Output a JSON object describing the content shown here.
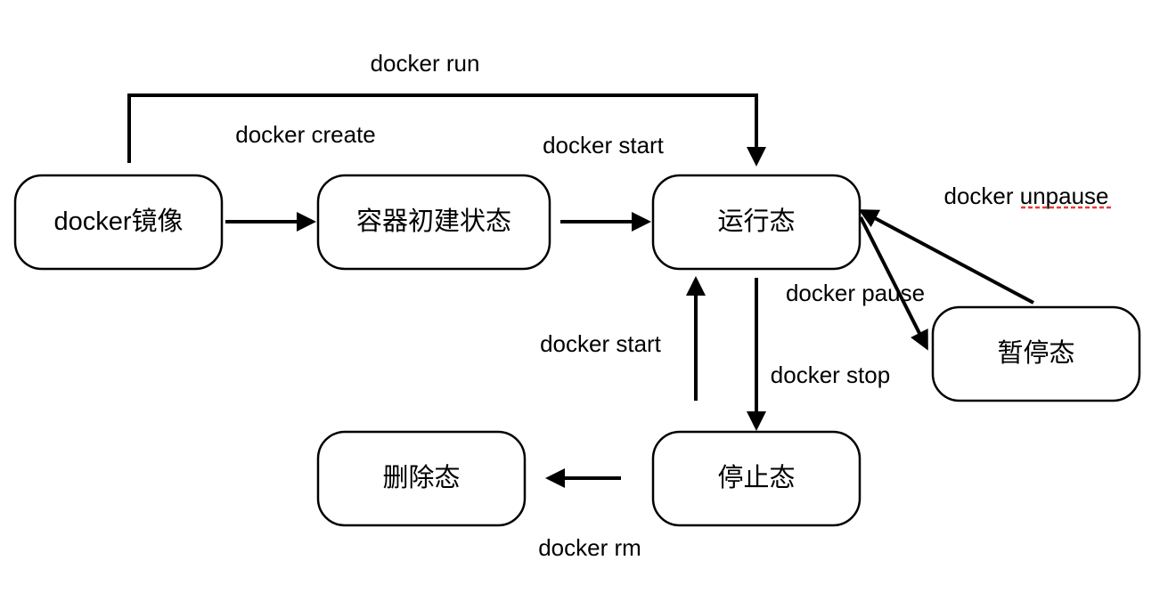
{
  "diagram": {
    "nodes": [
      {
        "label": "docker镜像"
      },
      {
        "label": "容器初建状态"
      },
      {
        "label": "运行态"
      },
      {
        "label": "暂停态"
      },
      {
        "label": "停止态"
      },
      {
        "label": "删除态"
      }
    ],
    "edges": [
      {
        "label": "docker run",
        "from": 0,
        "to": 2
      },
      {
        "label": "docker create",
        "from": 0,
        "to": 1
      },
      {
        "label": "docker start",
        "from": 1,
        "to": 2
      },
      {
        "label": "docker unpause",
        "from": 3,
        "to": 2
      },
      {
        "label": "docker pause",
        "from": 2,
        "to": 3
      },
      {
        "label": "docker start",
        "from": 4,
        "to": 2
      },
      {
        "label": "docker stop",
        "from": 2,
        "to": 4
      },
      {
        "label": "docker rm",
        "from": 4,
        "to": 5
      }
    ]
  },
  "colors": {
    "line": "#000000",
    "node_fill": "#ffffff",
    "spellcheck_underline": "#e53b30",
    "background": "#ffffff"
  }
}
